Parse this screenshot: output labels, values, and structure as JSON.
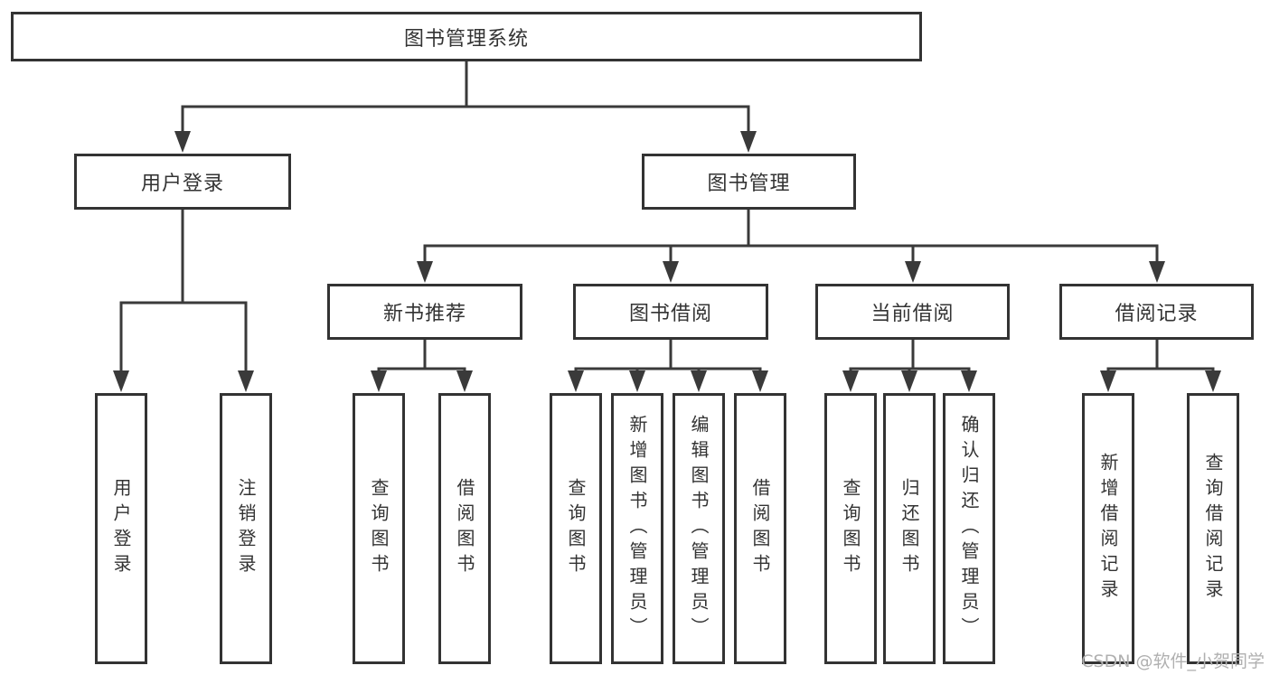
{
  "diagram": {
    "root": "图书管理系统",
    "level2": {
      "user_login": "用户登录",
      "book_management": "图书管理"
    },
    "level3": {
      "new_book_recommend": "新书推荐",
      "book_borrowing": "图书借阅",
      "current_borrowing": "当前借阅",
      "borrowing_records": "借阅记录"
    },
    "leaves": {
      "user_login_1": "用户登录",
      "user_login_2": "注销登录",
      "new_book_1": "查询图书",
      "new_book_2": "借阅图书",
      "borrowing_1": "查询图书",
      "borrowing_2": "新增图书（管理员）",
      "borrowing_3": "编辑图书（管理员）",
      "borrowing_4": "借阅图书",
      "current_1": "查询图书",
      "current_2": "归还图书",
      "current_3": "确认归还（管理员）",
      "records_1": "新增借阅记录",
      "records_2": "查询借阅记录"
    }
  },
  "watermark": "CSDN @软件_小贺同学",
  "colors": {
    "line": "#3a3a3a",
    "box_border": "#333333",
    "text": "#333333",
    "watermark": "#b0b0b0",
    "background": "#ffffff"
  }
}
